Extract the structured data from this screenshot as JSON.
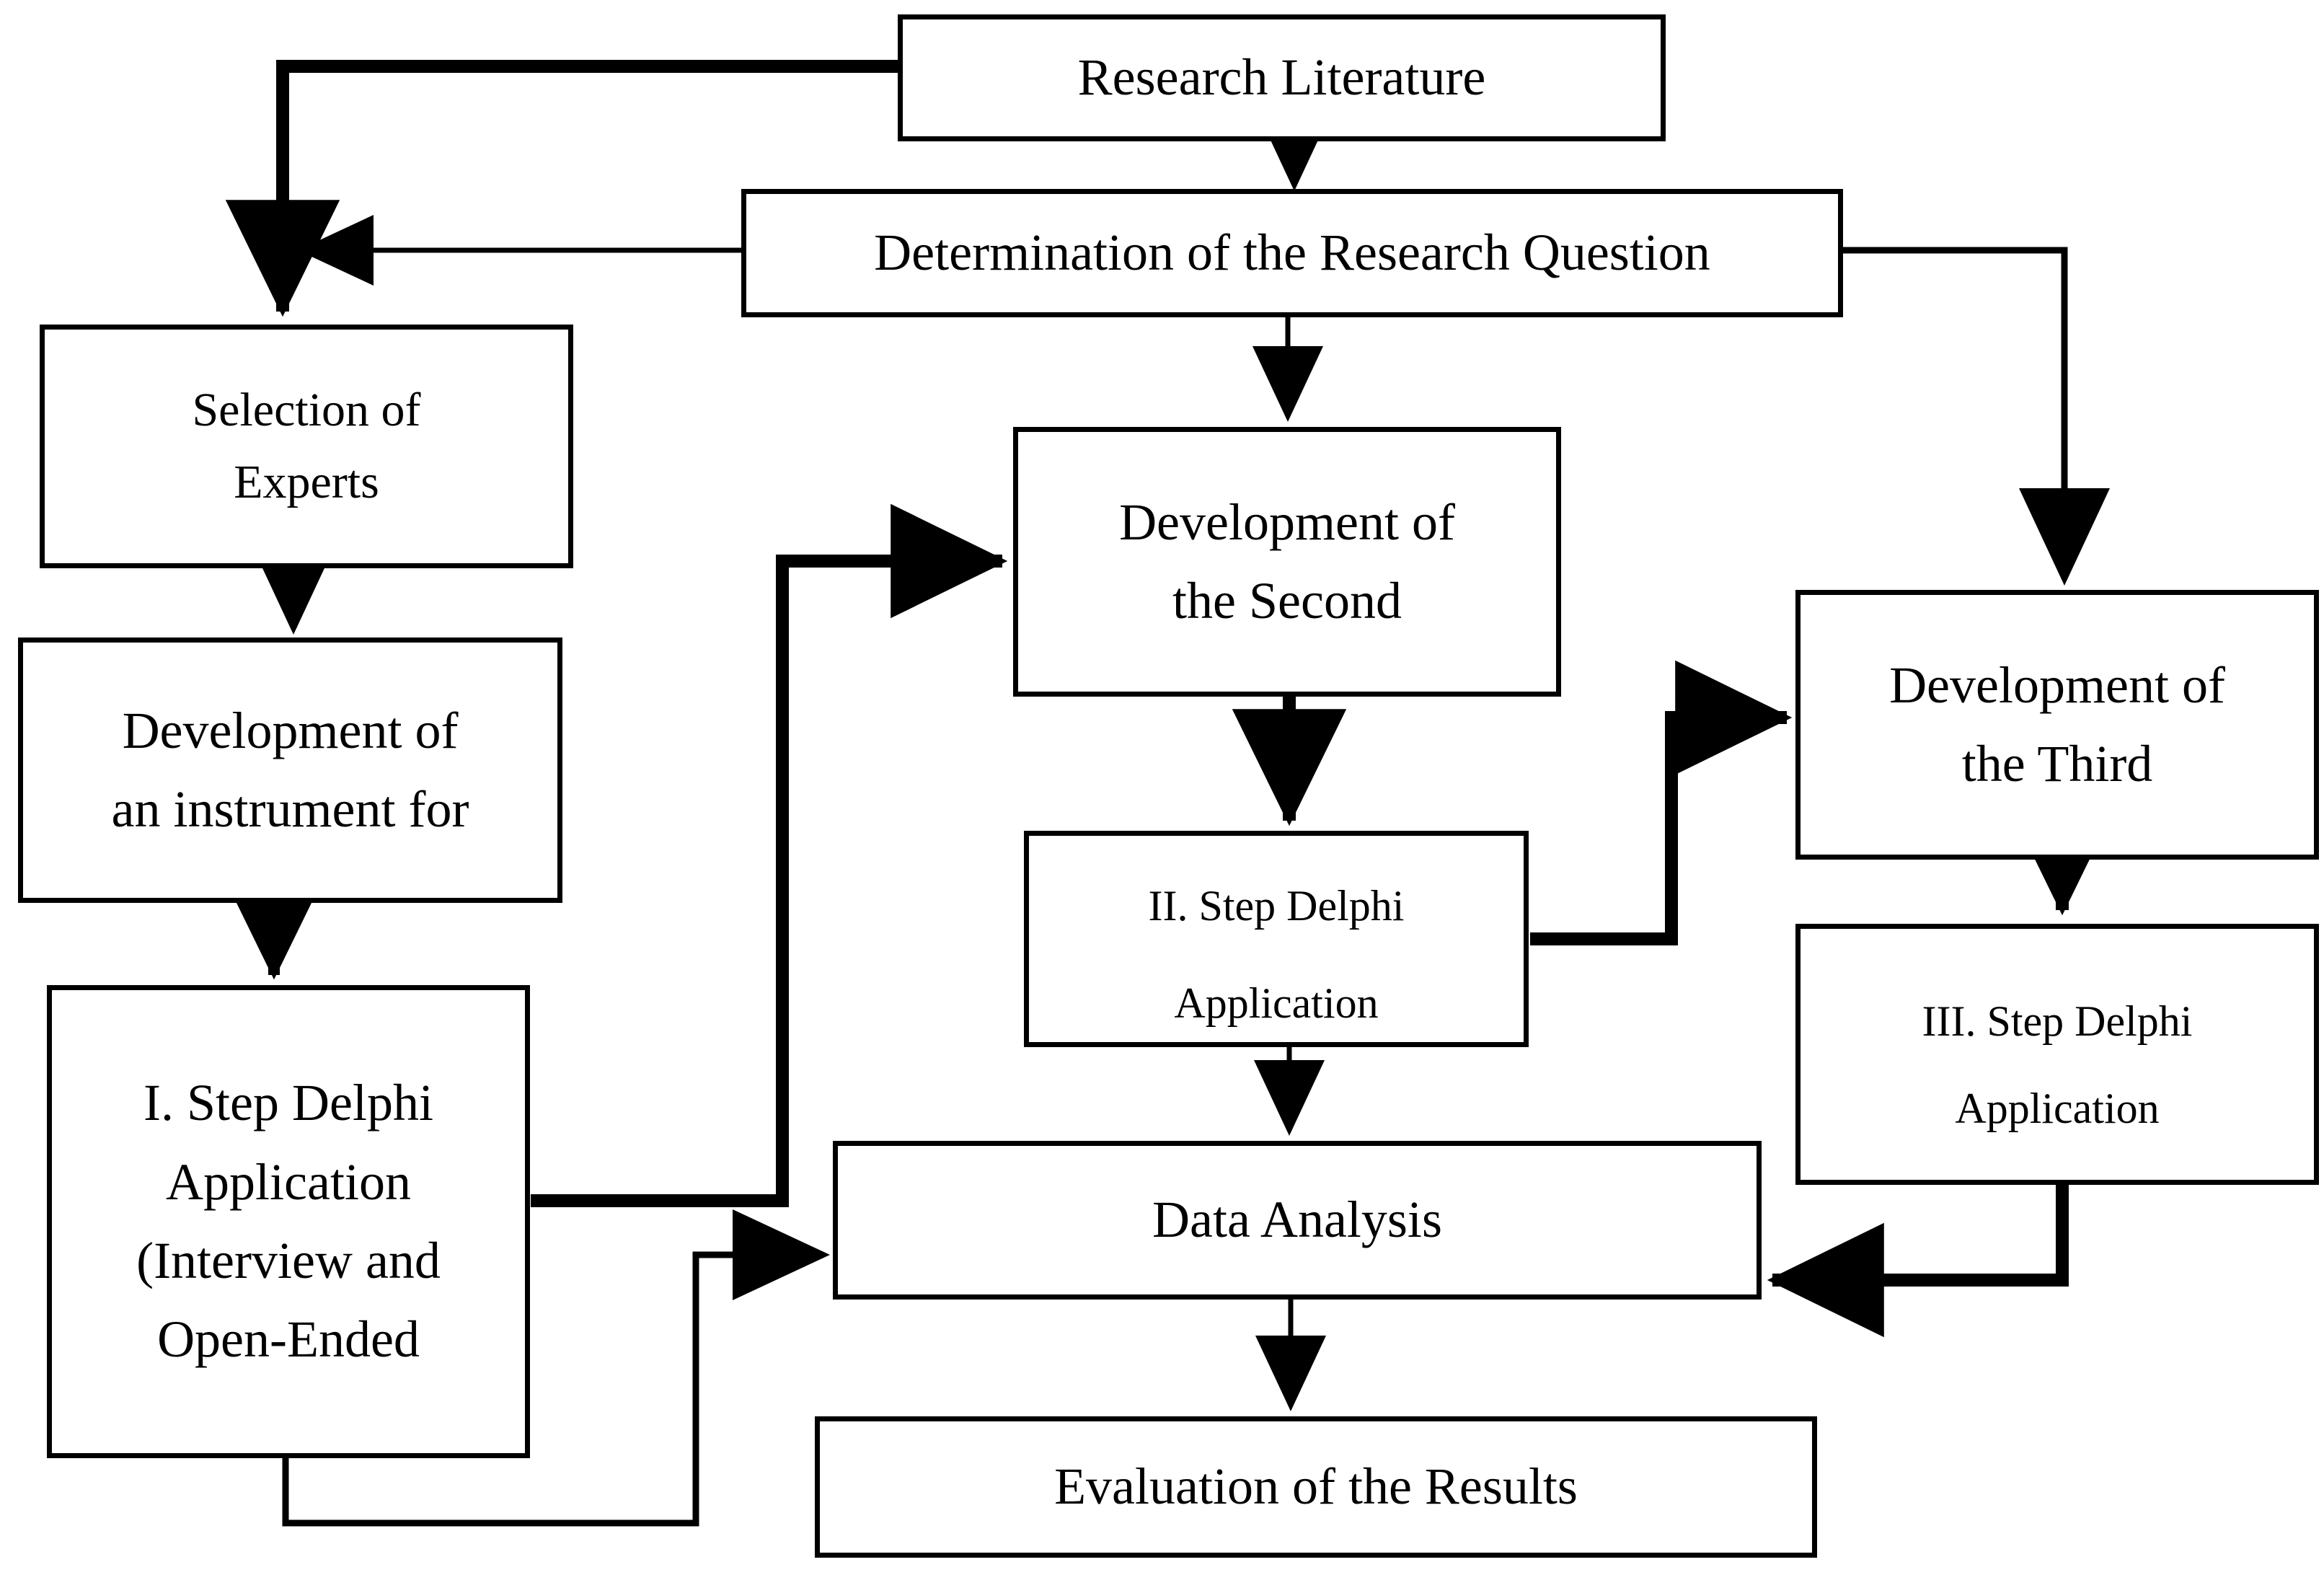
{
  "diagram": {
    "title": "Delphi Research Process Flowchart",
    "line_color": "#000000",
    "box_fill": "#ffffff",
    "box_border_color": "#000000"
  },
  "nodes": {
    "research_literature": {
      "label": "Research Literature"
    },
    "determination": {
      "label": "Determination of the Research Question"
    },
    "selection_of_experts": {
      "line1": "Selection of",
      "line2": "Experts"
    },
    "instrument_development": {
      "line1": "Development of",
      "line2": "an instrument for"
    },
    "delphi_step_1": {
      "line1": "I. Step Delphi",
      "line2": "Application",
      "line3": "(Interview and",
      "line4": "Open-Ended"
    },
    "second_development": {
      "line1": "Development of",
      "line2": "the Second"
    },
    "delphi_step_2": {
      "line1": "II. Step Delphi",
      "line2": "Application"
    },
    "third_development": {
      "line1": "Development of",
      "line2": "the Third"
    },
    "delphi_step_3": {
      "line1": "III. Step Delphi",
      "line2": "Application"
    },
    "data_analysis": {
      "label": "Data Analysis"
    },
    "evaluation": {
      "label": "Evaluation of the Results"
    }
  },
  "edges": [
    {
      "name": "research-literature-to-selection-of-experts",
      "from": "research_literature",
      "to": "selection_of_experts",
      "style": "thick-elbow"
    },
    {
      "name": "research-literature-to-determination",
      "from": "research_literature",
      "to": "determination",
      "style": "thin-down"
    },
    {
      "name": "determination-to-selection-of-experts",
      "from": "determination",
      "to": "selection_of_experts",
      "style": "thin-left"
    },
    {
      "name": "determination-to-second-development",
      "from": "determination",
      "to": "second_development",
      "style": "thin-down"
    },
    {
      "name": "determination-to-third-development",
      "from": "determination",
      "to": "third_development",
      "style": "thin-elbow-right"
    },
    {
      "name": "selection-of-experts-to-instrument-development",
      "from": "selection_of_experts",
      "to": "instrument_development",
      "style": "thin-down"
    },
    {
      "name": "instrument-development-to-delphi-step-1",
      "from": "instrument_development",
      "to": "delphi_step_1",
      "style": "thick-down"
    },
    {
      "name": "delphi-step-1-to-second-development",
      "from": "delphi_step_1",
      "to": "second_development",
      "style": "thick-elbow-up-right"
    },
    {
      "name": "delphi-step-1-to-data-analysis",
      "from": "delphi_step_1",
      "to": "data_analysis",
      "style": "thin-elbow-down-right"
    },
    {
      "name": "second-development-to-delphi-step-2",
      "from": "second_development",
      "to": "delphi_step_2",
      "style": "thick-down"
    },
    {
      "name": "delphi-step-2-to-third-development",
      "from": "delphi_step_2",
      "to": "third_development",
      "style": "thick-elbow-up-right"
    },
    {
      "name": "delphi-step-2-to-data-analysis",
      "from": "delphi_step_2",
      "to": "data_analysis",
      "style": "thin-down"
    },
    {
      "name": "third-development-to-delphi-step-3",
      "from": "third_development",
      "to": "delphi_step_3",
      "style": "thick-down"
    },
    {
      "name": "delphi-step-3-to-data-analysis",
      "from": "delphi_step_3",
      "to": "data_analysis",
      "style": "thick-elbow-down-left"
    },
    {
      "name": "data-analysis-to-evaluation",
      "from": "data_analysis",
      "to": "evaluation",
      "style": "thin-down"
    }
  ]
}
